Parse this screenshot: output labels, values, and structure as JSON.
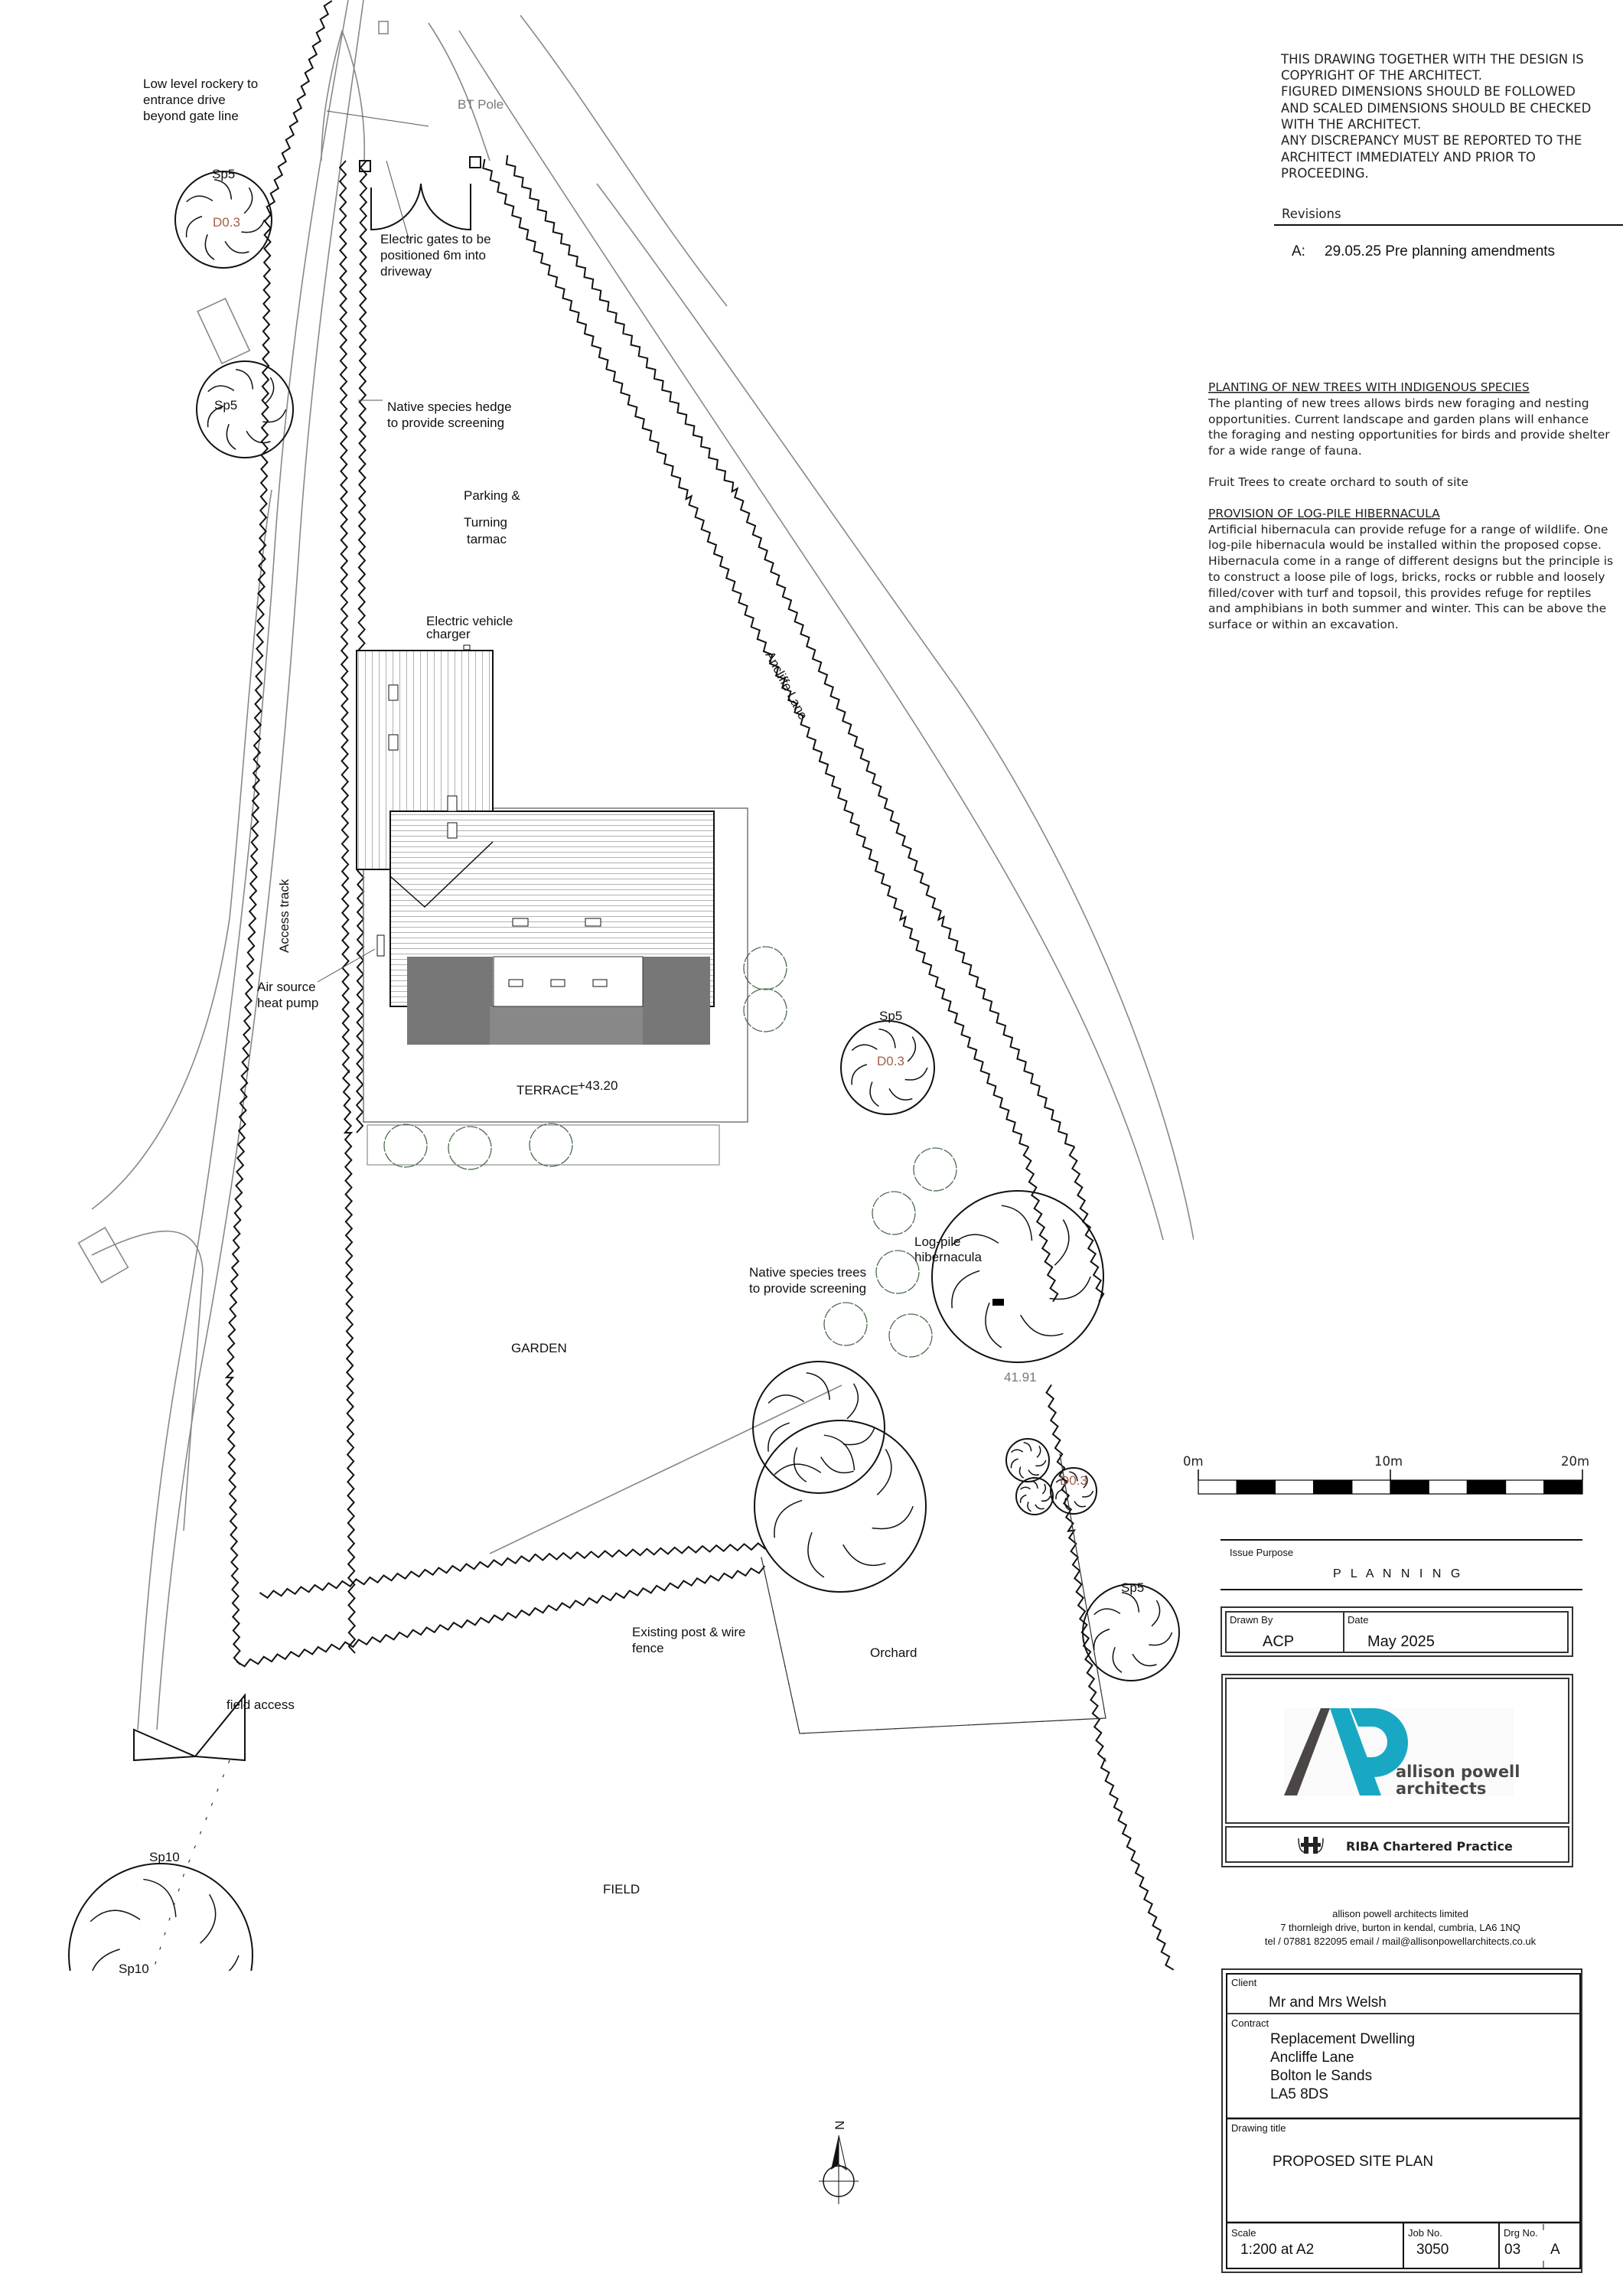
{
  "copyright_notice": [
    "THIS DRAWING TOGETHER WITH THE DESIGN IS",
    "COPYRIGHT OF THE ARCHITECT.",
    "FIGURED DIMENSIONS SHOULD BE FOLLOWED",
    "AND SCALED DIMENSIONS SHOULD BE CHECKED",
    "WITH THE ARCHITECT.",
    "ANY DISCREPANCY MUST BE REPORTED TO THE",
    "ARCHITECT IMMEDIATELY AND PRIOR TO",
    "PROCEEDING."
  ],
  "revisions": {
    "label": "Revisions",
    "items": [
      {
        "code": "A:",
        "text": "29.05.25 Pre planning amendments"
      }
    ]
  },
  "notes": {
    "planting_heading": "PLANTING OF NEW TREES WITH INDIGENOUS SPECIES",
    "planting_body": [
      "The planting of new trees allows birds new foraging and nesting",
      "opportunities. Current landscape and garden plans will enhance",
      "the foraging and nesting opportunities for birds and provide shelter",
      "for a wide range of fauna."
    ],
    "orchard_note": "Fruit Trees to create orchard to south of site",
    "logpile_heading": "PROVISION OF LOG-PILE HIBERNACULA",
    "logpile_body": [
      "Artificial hibernacula can provide refuge for a range of wildlife. One",
      "log-pile hibernacula would be installed within the proposed copse.",
      "Hibernacula come in a range of different designs but the principle is",
      "to construct a loose pile of logs, bricks, rocks or rubble and loosely",
      "filled/cover with turf and topsoil, this provides refuge for reptiles",
      "and amphibians in both summer and winter. This can be above the",
      "surface or within an excavation."
    ]
  },
  "scale_bar": {
    "labels": [
      "0m",
      "10m",
      "20m"
    ],
    "divisions": 10
  },
  "plan_labels": {
    "rockery": [
      "Low level rockery to",
      "entrance drive",
      "beyond gate line"
    ],
    "gates": [
      "Electric gates to be",
      "positioned 6m into",
      "driveway"
    ],
    "bt_pole": "BT Pole",
    "hedge": [
      "Native species hedge",
      "to provide screening"
    ],
    "parking": [
      "Parking &",
      "Turning"
    ],
    "parking_surface": "tarmac",
    "ev_charger": [
      "Electric vehicle",
      "charger"
    ],
    "access_track": "Access track",
    "ancliffe_lane": "Ancliffe Lane",
    "heat_pump": [
      "Air source",
      "heat pump"
    ],
    "terrace": "TERRACE",
    "terrace_level": "+43.20",
    "log_pile": [
      "Log-pile",
      "hibernacula"
    ],
    "native_trees": [
      "Native species trees",
      "to provide screening"
    ],
    "level_2": "41.91",
    "garden": "GARDEN",
    "fence": [
      "Existing post & wire",
      "fence"
    ],
    "orchard": "Orchard",
    "field_access": "field access",
    "field": "FIELD",
    "north": "N",
    "trees": {
      "sp5": "Sp5",
      "sp10": "Sp10",
      "d03": "D0.3"
    }
  },
  "title_block": {
    "issue_purpose_label": "Issue Purpose",
    "issue_purpose": "P L A N N I N G",
    "drawn_by_label": "Drawn By",
    "drawn_by": "ACP",
    "date_label": "Date",
    "date": "May 2025",
    "logo_text": [
      "allison powell",
      "architects"
    ],
    "riba": "RIBA Chartered Practice",
    "company": [
      "allison powell architects limited",
      "7 thornleigh drive, burton in kendal, cumbria, LA6 1NQ",
      "tel / 07881 822095   email / mail@allisonpowellarchitects.co.uk"
    ],
    "client_label": "Client",
    "client": "Mr and Mrs Welsh",
    "contract_label": "Contract",
    "contract": [
      "Replacement Dwelling",
      "Ancliffe Lane",
      "Bolton le Sands",
      "LA5 8DS"
    ],
    "drawing_title_label": "Drawing title",
    "drawing_title": "PROPOSED SITE PLAN",
    "scale_label": "Scale",
    "scale": "1:200 at A2",
    "job_no_label": "Job No.",
    "job_no": "3050",
    "drg_no_label": "Drg No.",
    "drg_no": "03",
    "revision": "A"
  },
  "colors": {
    "logo_teal": "#19a8c4",
    "logo_gray": "#4a4646",
    "tree_green": "#4d6b4d",
    "annotation_brown": "#a0604a"
  }
}
